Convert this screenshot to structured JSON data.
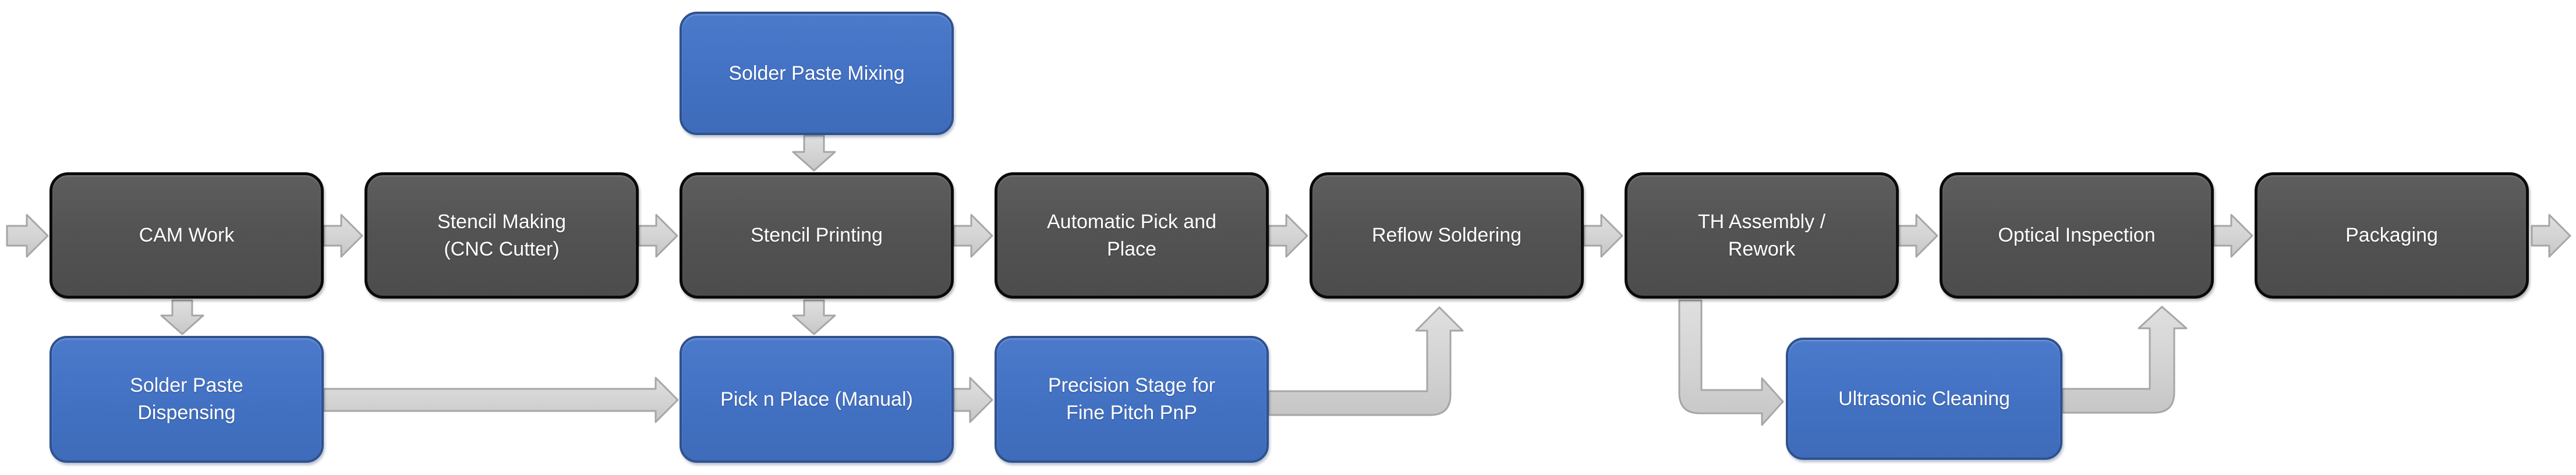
{
  "diagram": {
    "title": "PCB assembly process flowchart",
    "type": "flowchart",
    "colors": {
      "dark_node_fill": "#545454",
      "dark_node_border": "#0B0B0B",
      "blue_node_fill": "#4472C4",
      "blue_node_border": "#2F528F",
      "arrow_fill": "#D6D6D6",
      "arrow_border": "#A6A6A6",
      "text": "#FFFFFF",
      "background": "#FFFFFF"
    },
    "nodes": {
      "solder_paste_mixing": {
        "label": "Solder Paste Mixing",
        "style": "blue"
      },
      "cam_work": {
        "label": "CAM Work",
        "style": "dark"
      },
      "stencil_making": {
        "label": "Stencil Making\n(CNC Cutter)",
        "style": "dark"
      },
      "stencil_printing": {
        "label": "Stencil Printing",
        "style": "dark"
      },
      "automatic_pick_and_place": {
        "label": "Automatic Pick and\nPlace",
        "style": "dark"
      },
      "reflow_soldering": {
        "label": "Reflow Soldering",
        "style": "dark"
      },
      "th_assembly_rework": {
        "label": "TH Assembly /\nRework",
        "style": "dark"
      },
      "optical_inspection": {
        "label": "Optical Inspection",
        "style": "dark"
      },
      "packaging": {
        "label": "Packaging",
        "style": "dark"
      },
      "solder_paste_dispensing": {
        "label": "Solder Paste\nDispensing",
        "style": "blue"
      },
      "pick_n_place_manual": {
        "label": "Pick n Place (Manual)",
        "style": "blue"
      },
      "precision_stage": {
        "label": "Precision Stage for\nFine Pitch PnP",
        "style": "blue"
      },
      "ultrasonic_cleaning": {
        "label": "Ultrasonic Cleaning",
        "style": "blue"
      }
    },
    "edges": [
      {
        "from": "(start)",
        "to": "CAM Work"
      },
      {
        "from": "CAM Work",
        "to": "Stencil Making (CNC Cutter)"
      },
      {
        "from": "Stencil Making (CNC Cutter)",
        "to": "Stencil Printing"
      },
      {
        "from": "Stencil Printing",
        "to": "Automatic Pick and Place"
      },
      {
        "from": "Automatic Pick and Place",
        "to": "Reflow Soldering"
      },
      {
        "from": "Reflow Soldering",
        "to": "TH Assembly / Rework"
      },
      {
        "from": "TH Assembly / Rework",
        "to": "Optical Inspection"
      },
      {
        "from": "Optical Inspection",
        "to": "Packaging"
      },
      {
        "from": "Packaging",
        "to": "(end)"
      },
      {
        "from": "Solder Paste Mixing",
        "to": "Stencil Printing"
      },
      {
        "from": "CAM Work",
        "to": "Solder Paste Dispensing"
      },
      {
        "from": "Stencil Printing",
        "to": "Pick n Place (Manual)"
      },
      {
        "from": "Solder Paste Dispensing",
        "to": "Pick n Place (Manual)"
      },
      {
        "from": "Pick n Place (Manual)",
        "to": "Precision Stage for Fine Pitch PnP"
      },
      {
        "from": "Precision Stage for Fine Pitch PnP",
        "to": "Reflow Soldering"
      },
      {
        "from": "TH Assembly / Rework",
        "to": "Ultrasonic Cleaning"
      },
      {
        "from": "Ultrasonic Cleaning",
        "to": "Optical Inspection"
      }
    ]
  }
}
